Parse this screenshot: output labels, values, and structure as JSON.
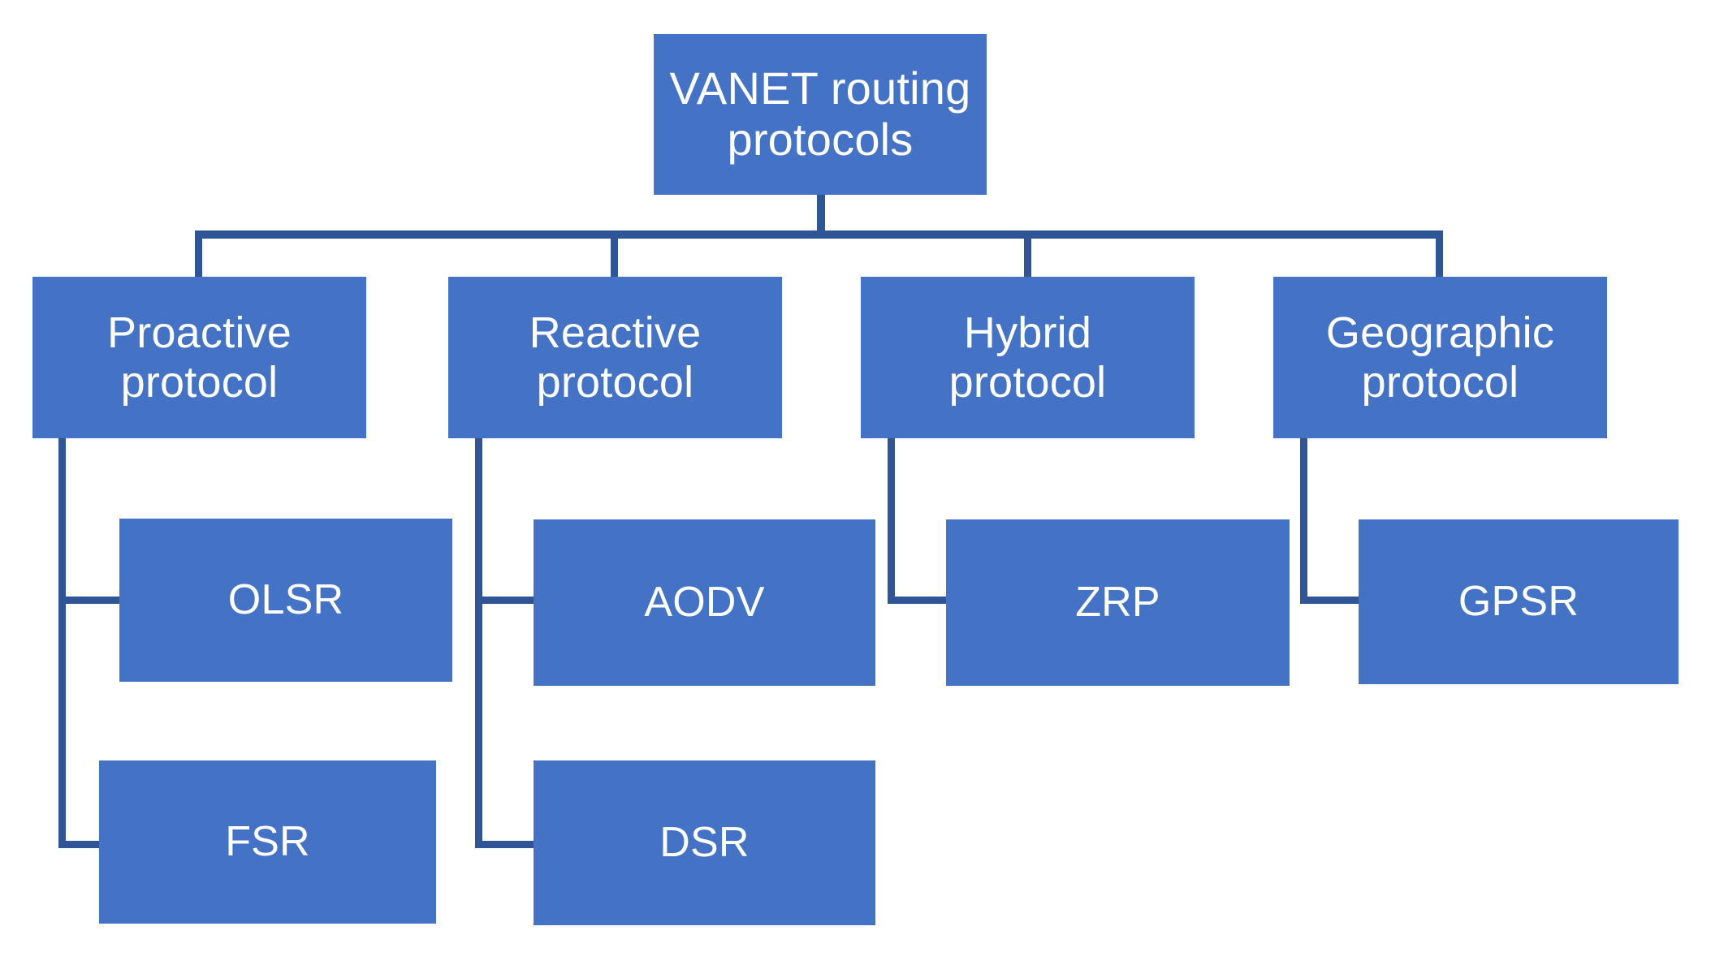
{
  "diagram": {
    "title": "VANET routing protocols",
    "type": "hierarchy-tree",
    "colors": {
      "node_fill": "#4472C4",
      "node_text": "#FFFFFF",
      "connector": "#2F5597",
      "background": "#FFFFFF"
    },
    "root": {
      "label": "VANET routing\nprotocols"
    },
    "categories": [
      {
        "label": "Proactive\nprotocol",
        "children": [
          {
            "label": "OLSR"
          },
          {
            "label": "FSR"
          }
        ]
      },
      {
        "label": "Reactive\nprotocol",
        "children": [
          {
            "label": "AODV"
          },
          {
            "label": "DSR"
          }
        ]
      },
      {
        "label": "Hybrid\nprotocol",
        "children": [
          {
            "label": "ZRP"
          }
        ]
      },
      {
        "label": "Geographic\nprotocol",
        "children": [
          {
            "label": "GPSR"
          }
        ]
      }
    ]
  }
}
